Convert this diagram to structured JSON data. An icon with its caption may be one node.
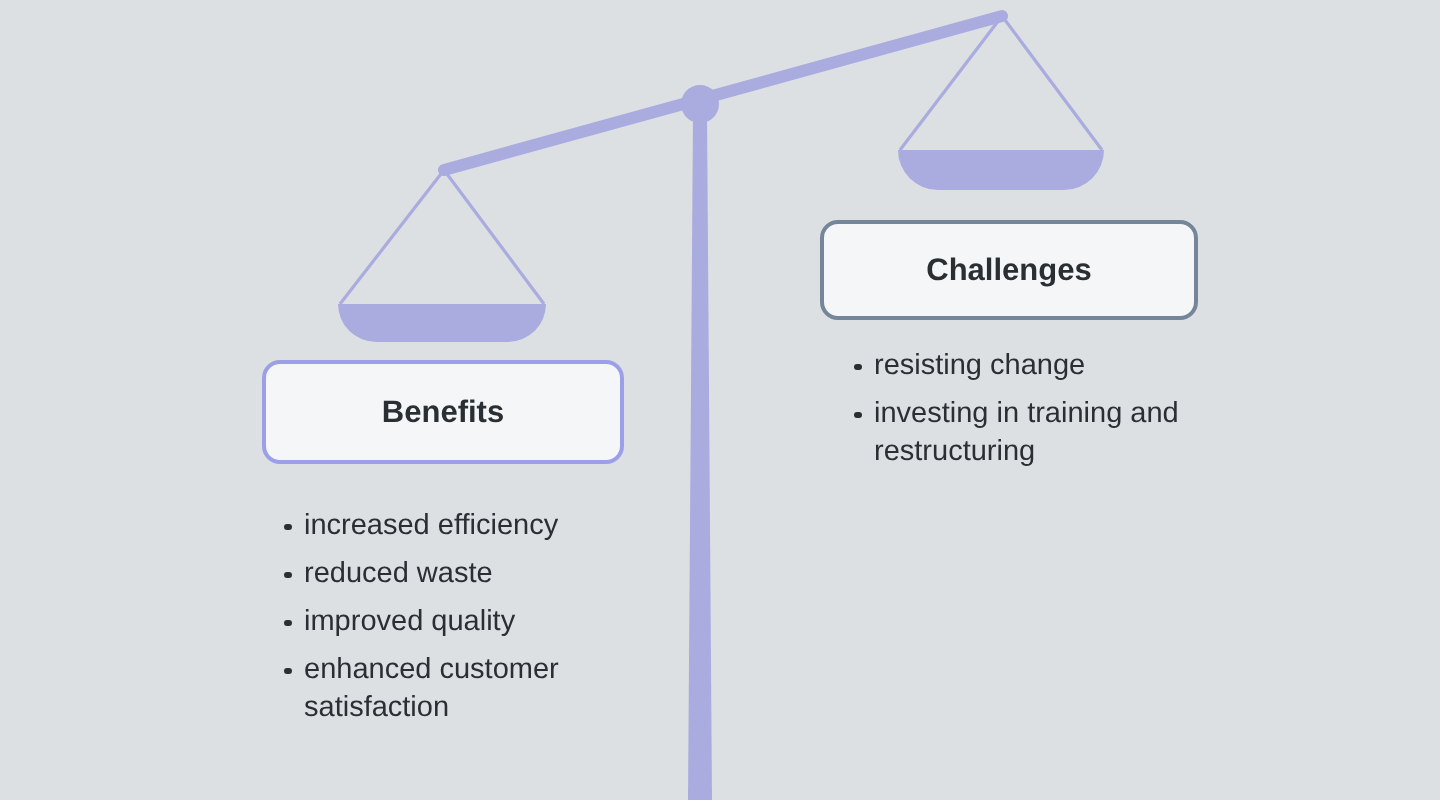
{
  "diagram": {
    "nodes": [
      {
        "text": [
          "Benefits"
        ],
        "beside": [
          "increased efficiency",
          "reduced waste",
          "improved quality",
          "enhanced customer satisfaction"
        ]
      },
      {
        "text": [
          "Challenges"
        ],
        "beside": [
          "resisting change",
          "investing in training and restructuring"
        ]
      }
    ]
  }
}
